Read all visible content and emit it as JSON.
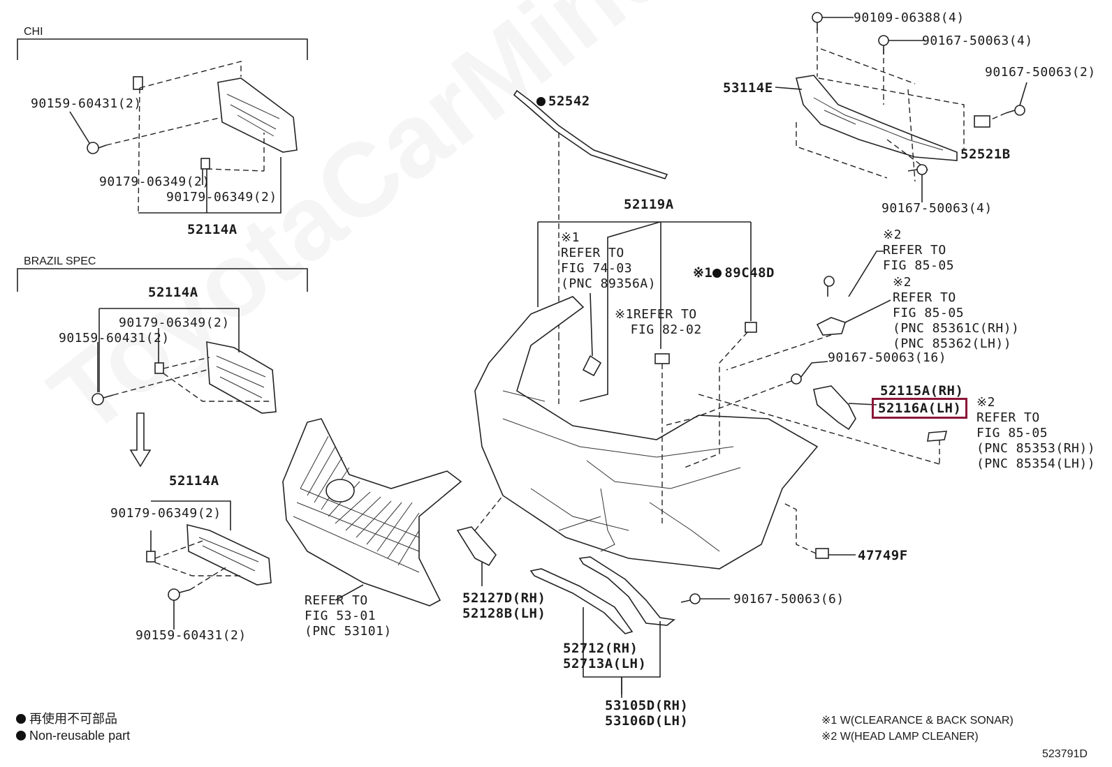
{
  "watermark": "ToyotaCarMine.ru",
  "sections": {
    "chi": "CHI",
    "brazil": "BRAZIL SPEC"
  },
  "labels": {
    "chi_bolt": "90159-60431(2)",
    "chi_clip_a": "90179-06349(2)",
    "chi_clip_b": "90179-06349(2)",
    "chi_part": "52114A",
    "br_part_top": "52114A",
    "br_clip": "90179-06349(2)",
    "br_bolt": "90159-60431(2)",
    "br_part_bottom": "52114A",
    "br_clip_bottom": "90179-06349(2)",
    "br_bolt_bottom": "90159-60431(2)",
    "p52542": "52542",
    "p52119a": "52119A",
    "refer_7403": "※1\nREFER TO\nFIG 74-03\n(PNC 89356A)",
    "refer_8202": "※1REFER TO\n  FIG 82-02",
    "p89c48d_mark": "※1",
    "p89c48d": "89C48D",
    "p53114e": "53114E",
    "b90109": "90109-06388(4)",
    "b90167_4a": "90167-50063(4)",
    "b90167_2": "90167-50063(2)",
    "p52521b": "52521B",
    "b90167_4b": "90167-50063(4)",
    "refer_8505_a": "※2\nREFER TO\nFIG 85-05",
    "refer_8505_b": "※2\nREFER TO\nFIG 85-05\n(PNC 85361C(RH))\n(PNC 85362(LH))",
    "b90167_16": "90167-50063(16)",
    "p52115a": "52115A(RH)",
    "p52116a": "52116A(LH)",
    "refer_8505_c": "※2\nREFER TO\nFIG 85-05\n(PNC 85353(RH))\n(PNC 85354(LH))",
    "p47749f": "47749F",
    "b90167_6": "90167-50063(6)",
    "refer_5301": "REFER TO\nFIG 53-01\n(PNC 53101)",
    "p52127d": "52127D(RH)\n52128B(LH)",
    "p52712": "52712(RH)\n52713A(LH)",
    "p53105d": "53105D(RH)\n53106D(LH)"
  },
  "legend": {
    "jp": "再使用不可部品",
    "en": "Non-reusable part",
    "note1": "※1 W(CLEARANCE & BACK SONAR)",
    "note2": "※2 W(HEAD LAMP CLEANER)"
  },
  "figure_id": "523791D",
  "highlight_color": "#8b1538"
}
